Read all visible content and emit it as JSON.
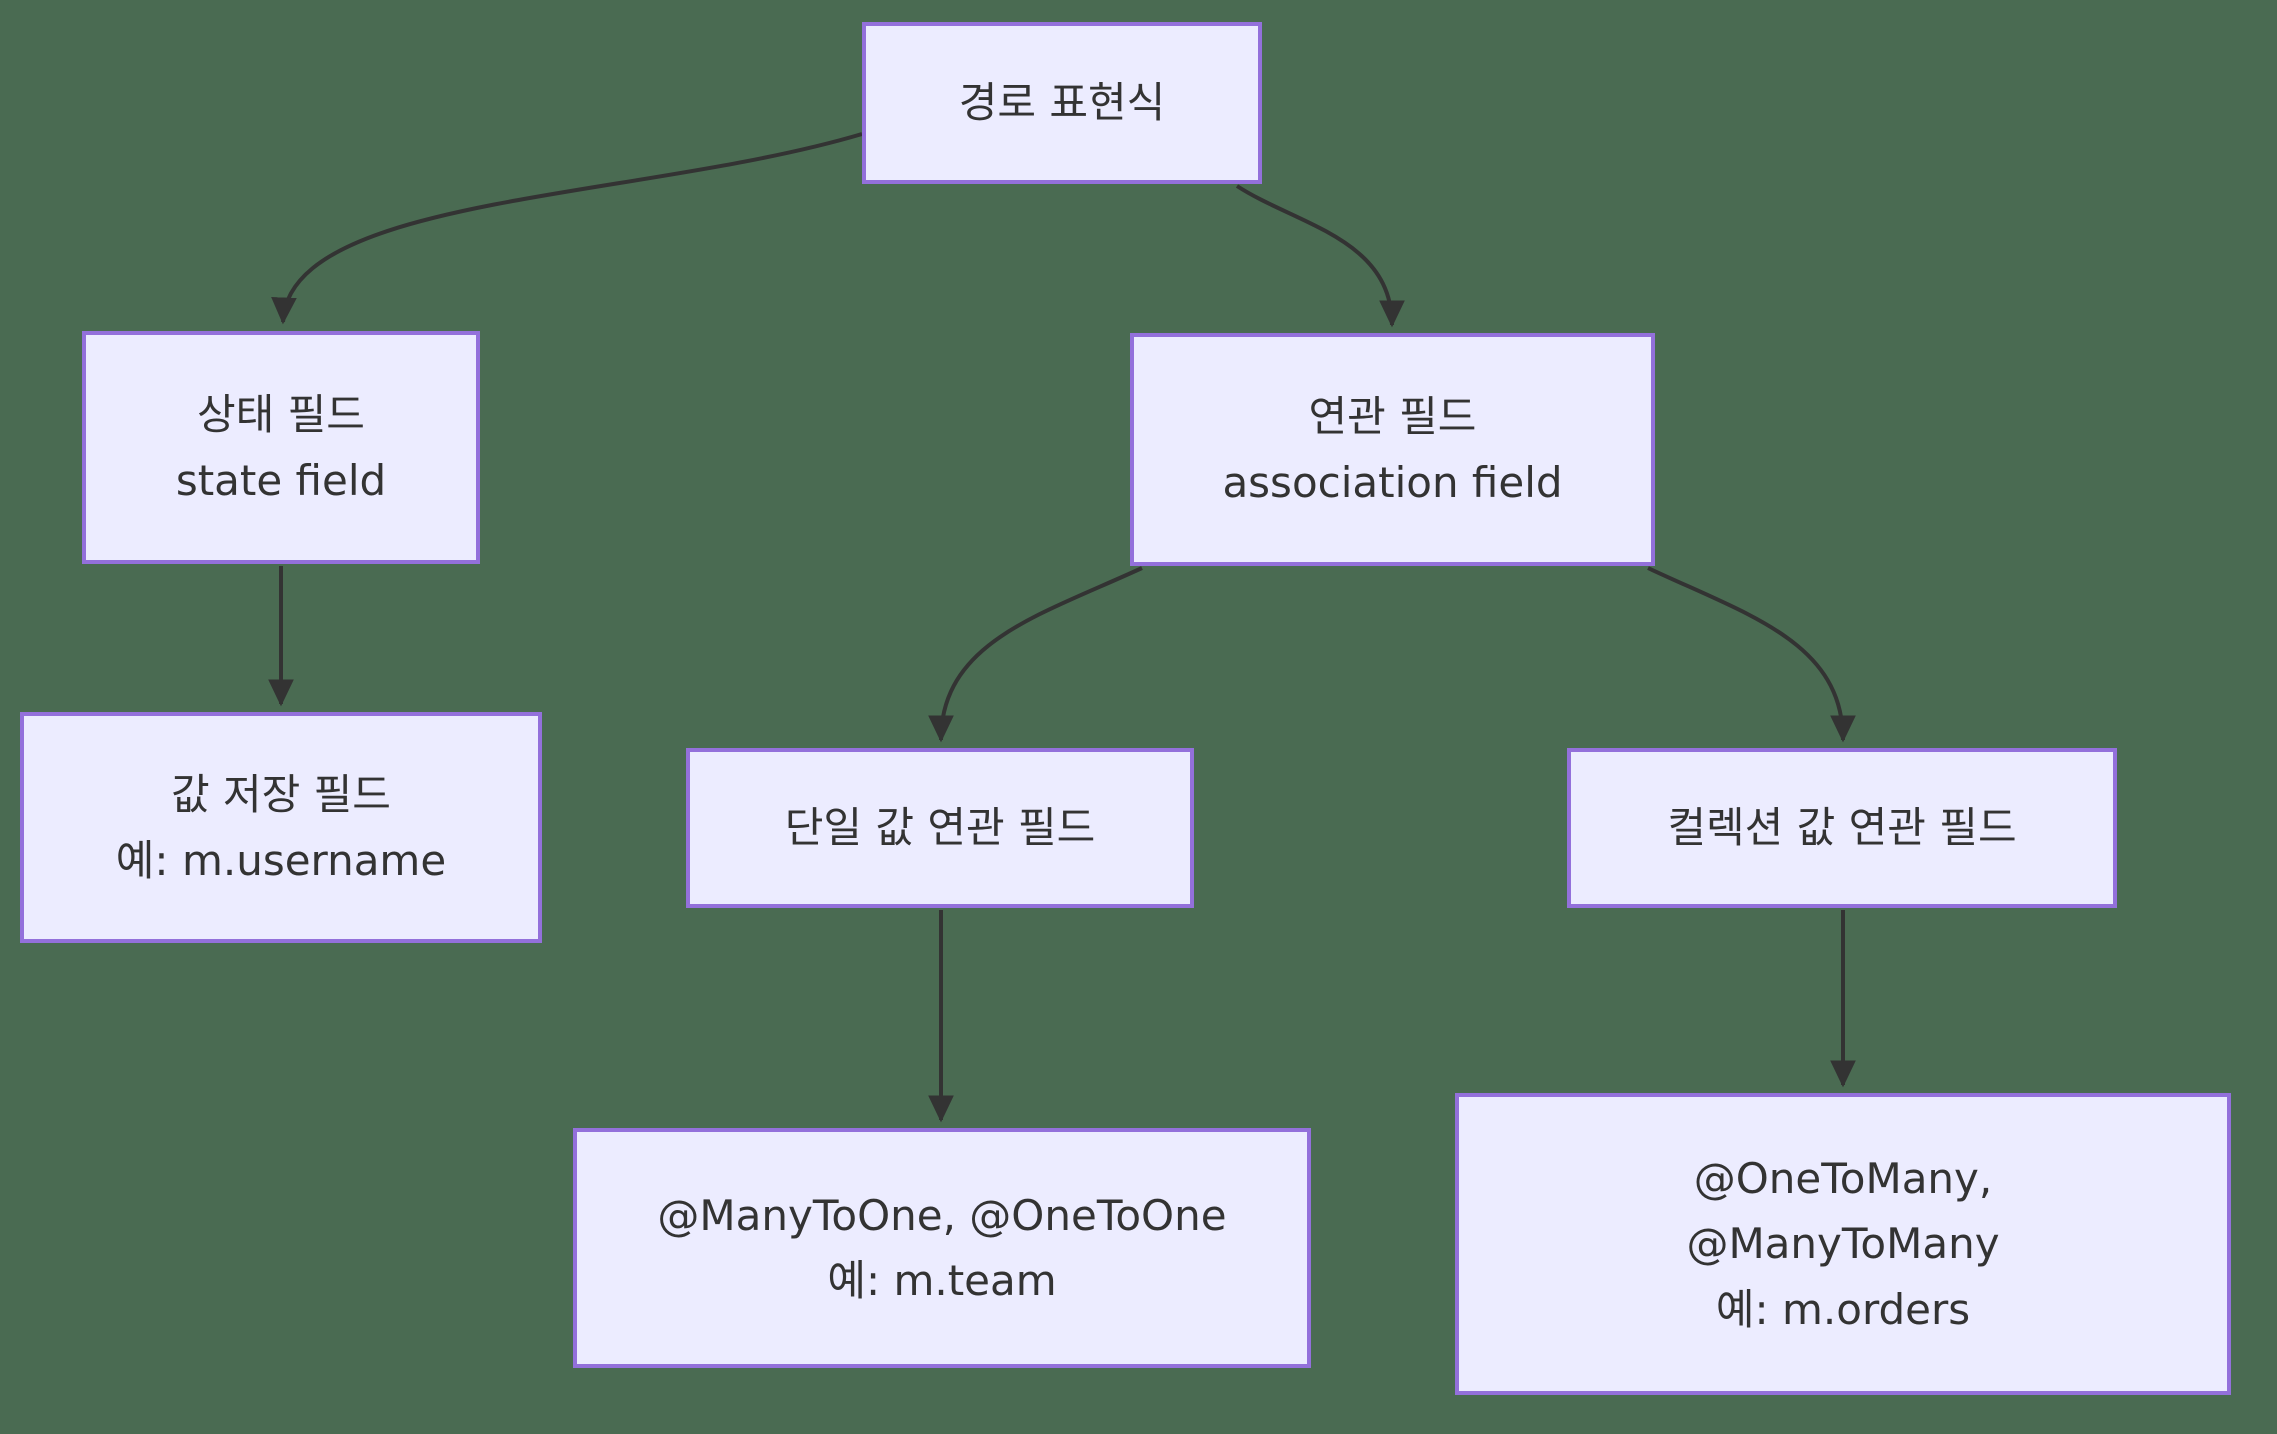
{
  "diagram": {
    "type": "flowchart-top-down",
    "colors": {
      "background": "#4A6B52",
      "node_fill": "#ECECFF",
      "node_border": "#9370DB",
      "edge": "#333333",
      "text": "#333333"
    },
    "nodes": {
      "root": {
        "lines": [
          "경로 표현식"
        ]
      },
      "state": {
        "lines": [
          "상태 필드",
          "state field"
        ]
      },
      "assoc": {
        "lines": [
          "연관 필드",
          "association field"
        ]
      },
      "value": {
        "lines": [
          "값 저장 필드",
          "예: m.username"
        ]
      },
      "single": {
        "lines": [
          "단일 값 연관 필드"
        ]
      },
      "collection": {
        "lines": [
          "컬렉션 값 연관 필드"
        ]
      },
      "single_example": {
        "lines": [
          "@ManyToOne, @OneToOne",
          "예: m.team"
        ]
      },
      "collection_example": {
        "lines": [
          "@OneToMany,",
          "@ManyToMany",
          "예: m.orders"
        ]
      }
    },
    "edges": [
      {
        "from": "root",
        "to": "state",
        "arrow": "filled-triangle"
      },
      {
        "from": "root",
        "to": "assoc",
        "arrow": "filled-triangle"
      },
      {
        "from": "state",
        "to": "value",
        "arrow": "filled-triangle"
      },
      {
        "from": "assoc",
        "to": "single",
        "arrow": "filled-triangle"
      },
      {
        "from": "assoc",
        "to": "collection",
        "arrow": "filled-triangle"
      },
      {
        "from": "single",
        "to": "single_example",
        "arrow": "filled-triangle"
      },
      {
        "from": "collection",
        "to": "collection_example",
        "arrow": "filled-triangle"
      }
    ]
  }
}
